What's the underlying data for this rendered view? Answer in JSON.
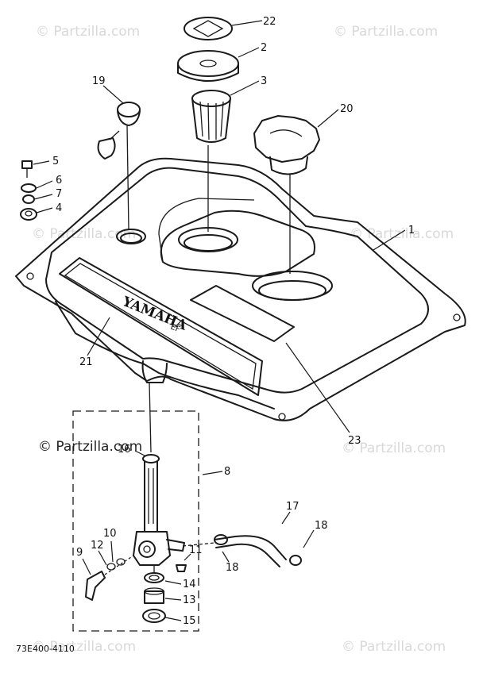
{
  "diagram": {
    "brand_text": "YAMAHA",
    "brand_suffix": "EF",
    "part_number": "73E400-4110",
    "watermarks": [
      {
        "text": "© Partzilla.com",
        "style": "light"
      },
      {
        "text": "© Partzilla.com",
        "style": "light"
      },
      {
        "text": "© Partzilla.com",
        "style": "light"
      },
      {
        "text": "© Partzilla.com",
        "style": "light"
      },
      {
        "text": "© Partzilla.com",
        "style": "dark"
      },
      {
        "text": "© Partzilla.com",
        "style": "light"
      },
      {
        "text": "© Partzilla.com",
        "style": "light"
      },
      {
        "text": "© Partzilla.com",
        "style": "light"
      }
    ],
    "callouts": [
      "22",
      "2",
      "3",
      "19",
      "20",
      "5",
      "6",
      "7",
      "4",
      "1",
      "21",
      "23",
      "16",
      "8",
      "17",
      "10",
      "12",
      "9",
      "18",
      "11",
      "18",
      "14",
      "13",
      "15"
    ]
  }
}
